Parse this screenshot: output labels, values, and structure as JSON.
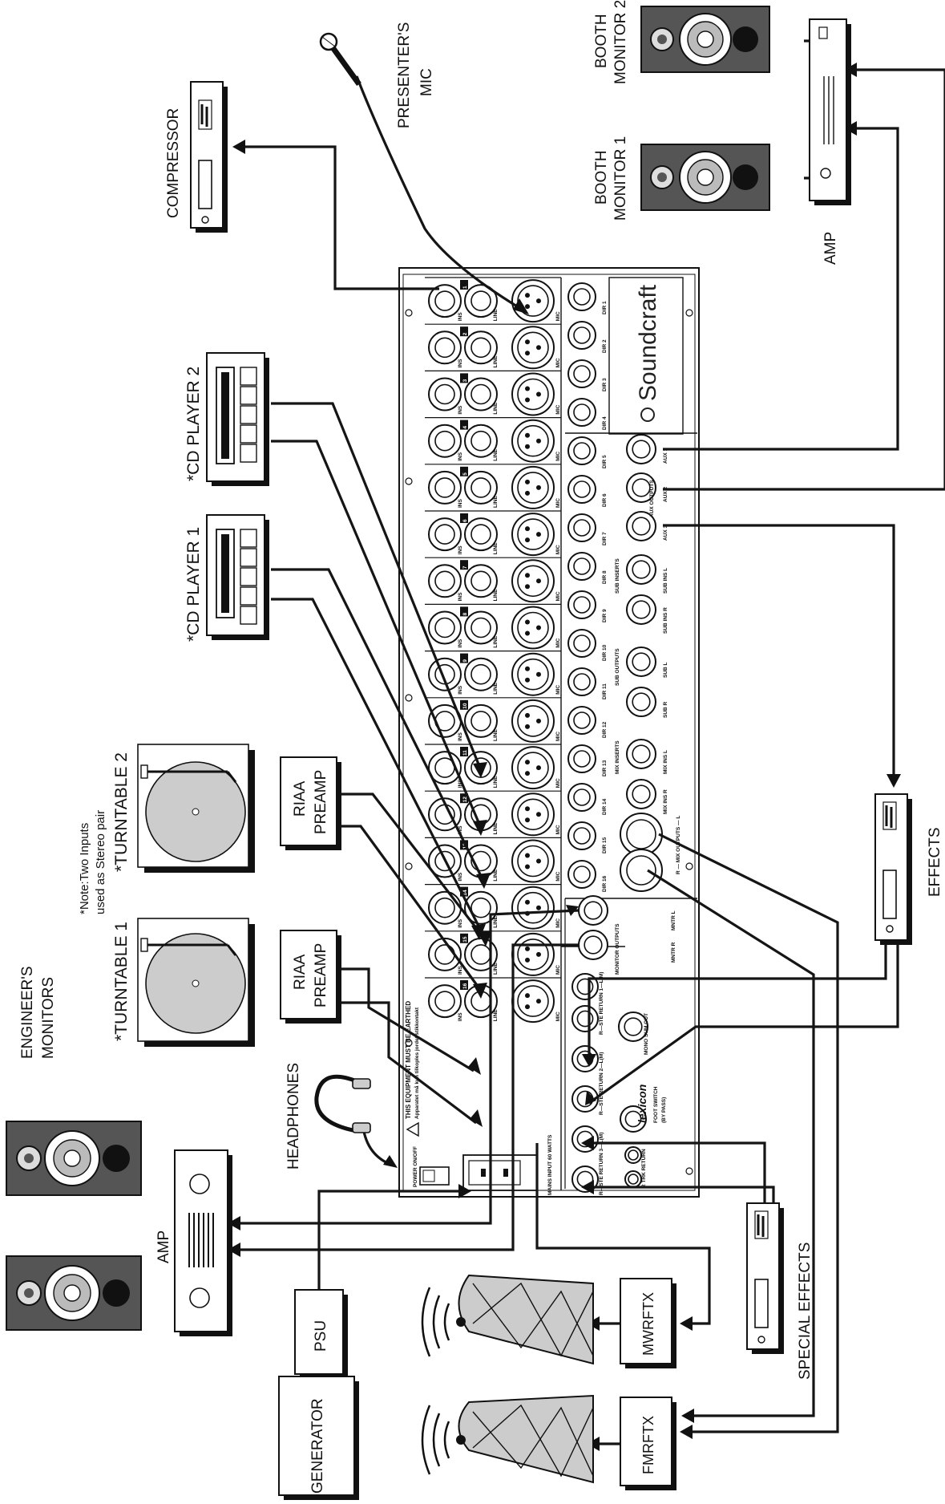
{
  "labels": {
    "presenters_mic": [
      "PRESENTER'S",
      "MIC"
    ],
    "compressor": "COMPRESSOR",
    "booth_monitor_2": [
      "BOOTH",
      "MONITOR 2"
    ],
    "booth_monitor_1": [
      "BOOTH",
      "MONITOR 1"
    ],
    "amp_top": "AMP",
    "cd_player_2": "*CD PLAYER 2",
    "cd_player_1": "*CD PLAYER 1",
    "turntable_2": "*TURNTABLE 2",
    "turntable_1": "*TURNTABLE 1",
    "riaa_preamp_2": [
      "RIAA",
      "PREAMP"
    ],
    "riaa_preamp_1": [
      "RIAA",
      "PREAMP"
    ],
    "note": [
      "*Note:Two Inputs",
      "used as Stereo pair"
    ],
    "engineers_monitors": [
      "ENGINEER'S",
      "MONITORS"
    ],
    "headphones": "HEADPHONES",
    "amp_bottom": "AMP",
    "psu": "PSU",
    "generator": "GENERATOR",
    "mwrftx": "MWRFTX",
    "fmrftx": "FMRFTX",
    "special_effects": "SPECIAL EFFECTS",
    "effects": "EFFECTS"
  },
  "mixer": {
    "brand": "Soundcraft",
    "lexicon": "lexicon",
    "channel_labels": [
      "INS",
      "LINE",
      "MIC"
    ],
    "channel_numbers": [
      "1",
      "2",
      "3",
      "4",
      "5",
      "6",
      "7",
      "8",
      "9",
      "10",
      "11",
      "12",
      "13",
      "14",
      "15",
      "16"
    ],
    "direct_outs": [
      "DIR 1",
      "DIR 2",
      "DIR 3",
      "DIR 4",
      "DIR 5",
      "DIR 6",
      "DIR 7",
      "DIR 8",
      "DIR 9",
      "DIR 10",
      "DIR 11",
      "DIR 12",
      "DIR 13",
      "DIR 14",
      "DIR 15",
      "DIR 16"
    ],
    "aux_outputs_title": "AUX OUTPUTS",
    "aux_outputs": [
      "AUX 1",
      "AUX 2",
      "AUX 3"
    ],
    "sub_inserts_title": "SUB INSERTS",
    "sub_inserts": [
      "SUB INS L",
      "SUB INS R"
    ],
    "sub_outputs_title": "SUB OUTPUTS",
    "sub_outputs": [
      "SUB L",
      "SUB R"
    ],
    "mix_inserts_title": "MIX INSERTS",
    "mix_inserts": [
      "MIX INS L",
      "MIX INS R"
    ],
    "mix_outputs_title": "R — MIX OUTPUTS — L",
    "monitor_outputs_title": "MONITOR OUTPUTS",
    "monitor_outputs": [
      "MNTR L",
      "MNTR R"
    ],
    "ste_returns": [
      "R—STE RETURN 1—L(M)",
      "R—STE RETURN 2—L(M)",
      "R—STE RETURN 3—L(M)",
      "R—STE RETURN 4—L(M)"
    ],
    "mono_sum_out": "MONO SUM OUT",
    "foot_switch": [
      "FOOT SWITCH",
      "(BY PASS)"
    ],
    "two_track_return": "2 TRK RETURN",
    "power": "POWER ON/OFF",
    "mains_input": "MAINS INPUT 60 WATTS",
    "earthed": "THIS EQUIPMENT MUST BE EARTHED",
    "earthed_sub": "Apparatet må kun tilkoples jordet stikkontakt"
  }
}
